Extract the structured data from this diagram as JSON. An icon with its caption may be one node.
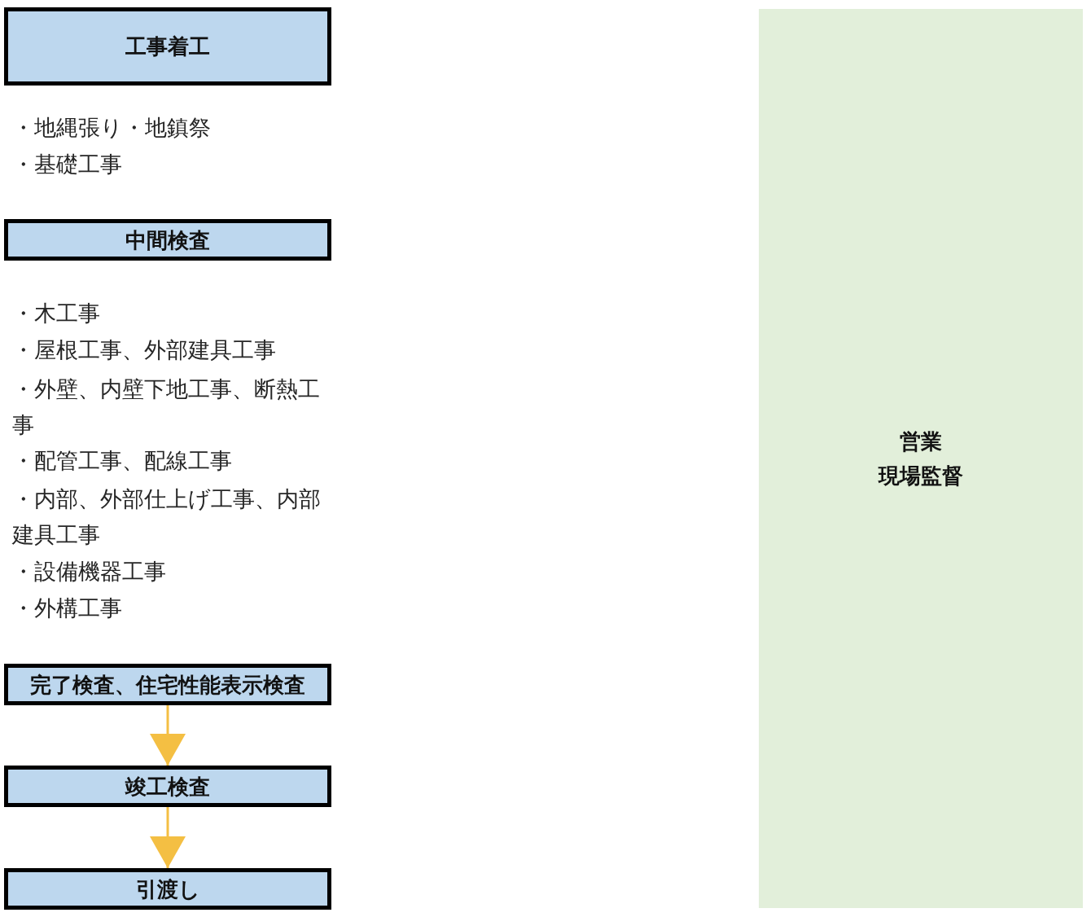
{
  "diagram": {
    "nodes": [
      {
        "text": [
          "工事着工"
        ]
      },
      {
        "text": [
          "中間検査"
        ]
      },
      {
        "text": [
          "完了検査、住宅性能表示検査"
        ]
      },
      {
        "text": [
          "竣工検査"
        ]
      },
      {
        "text": [
          "引渡し"
        ]
      },
      {
        "text": [
          "営業",
          "現場監督"
        ]
      }
    ],
    "edges": [
      {
        "from": 2,
        "to": 3,
        "arrow": "to"
      },
      {
        "from": 3,
        "to": 4,
        "arrow": "to"
      }
    ],
    "labels": [
      "・地縄張り・地鎮祭",
      "・基礎工事",
      "・木工事",
      "・屋根工事、外部建具工事",
      "・外壁、内壁下地工事、断熱工事",
      "・配管工事、配線工事",
      "・内部、外部仕上げ工事、内部建具工事",
      "・設備機器工事",
      "・外構工事"
    ]
  }
}
